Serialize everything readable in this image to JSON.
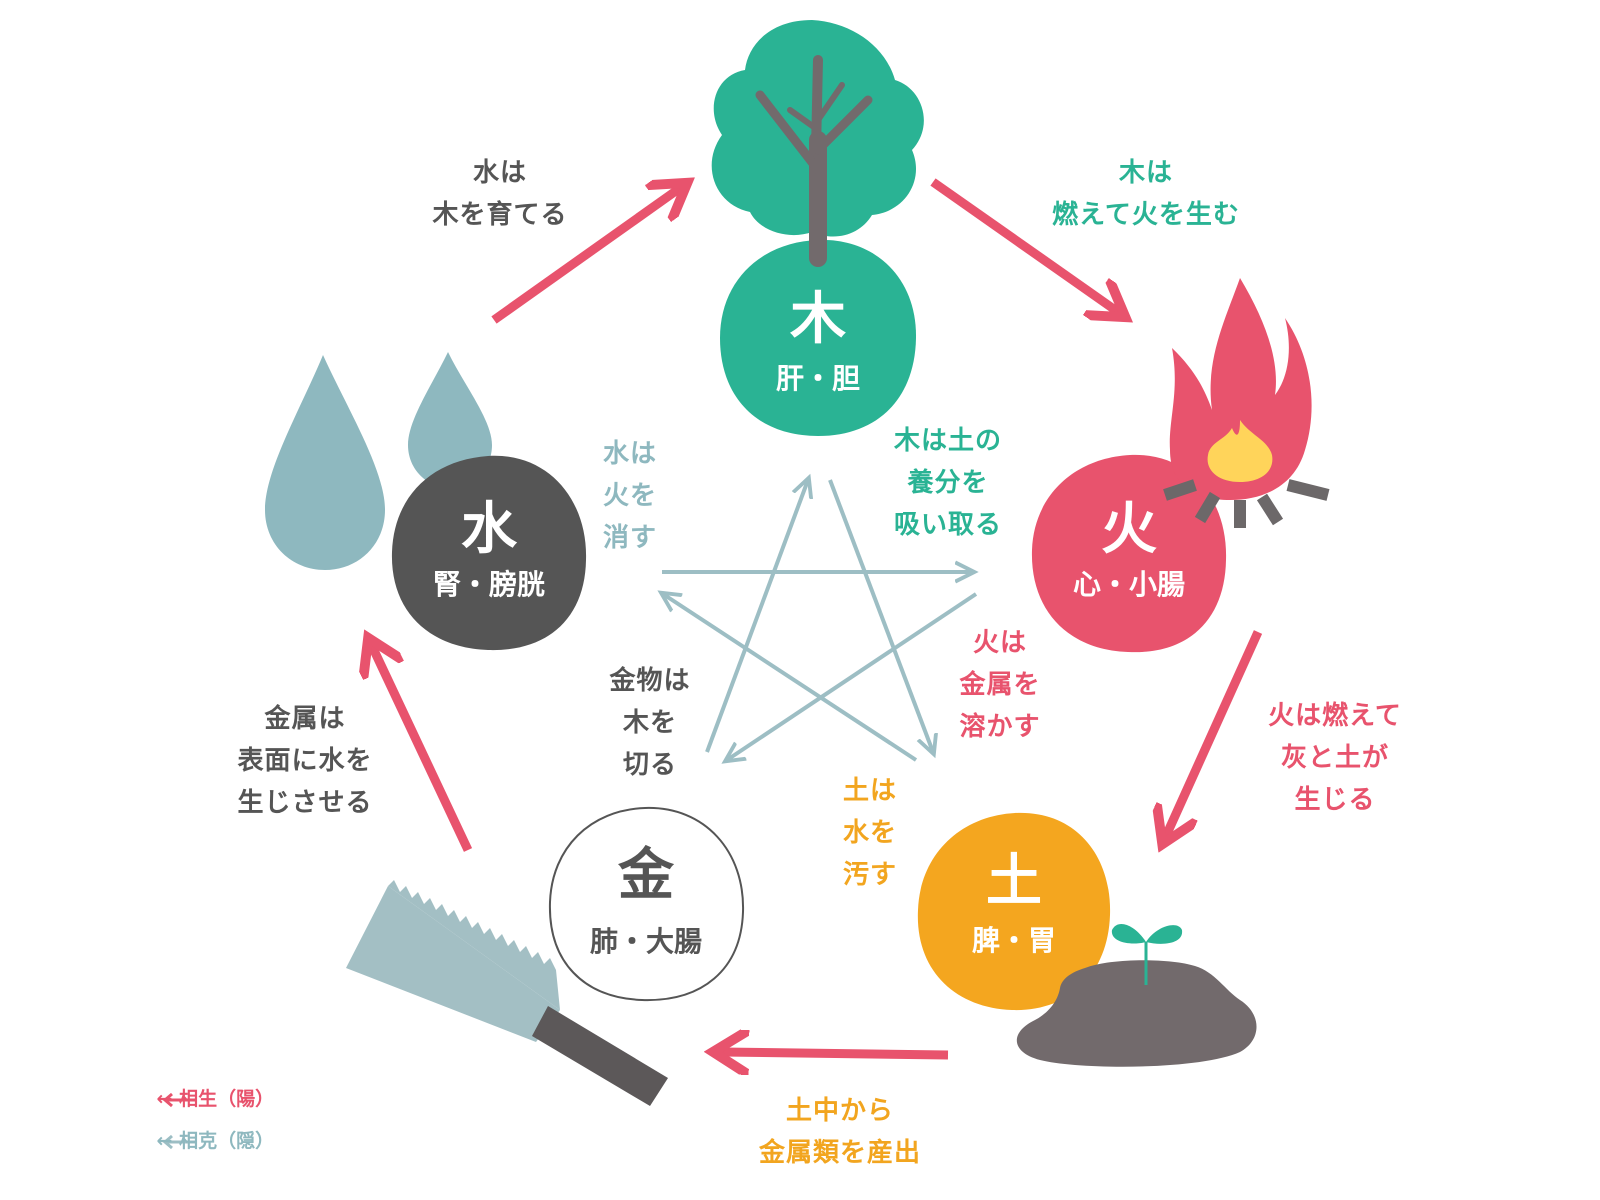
{
  "colors": {
    "wood": "#2ab394",
    "fire": "#e8536d",
    "earth": "#f4a61f",
    "water": "#555555",
    "metal_stroke": "#555555",
    "generate_arrow": "#e8536d",
    "control_arrow": "#9dbec4",
    "water_drop": "#8eb8bf",
    "soil": "#726a6c",
    "saw_blade": "#a3bfc4"
  },
  "elements": {
    "wood": {
      "symbol": "木",
      "organs": "肝・胆"
    },
    "fire": {
      "symbol": "火",
      "organs": "心・小腸"
    },
    "earth": {
      "symbol": "土",
      "organs": "脾・胃"
    },
    "metal": {
      "symbol": "金",
      "organs": "肺・大腸"
    },
    "water": {
      "symbol": "水",
      "organs": "腎・膀胱"
    }
  },
  "generating": {
    "water_to_wood": "水は\n木を育てる",
    "wood_to_fire": "木は\n燃えて火を生む",
    "fire_to_earth": "火は燃えて\n灰と土が\n生じる",
    "earth_to_metal": "土中から\n金属類を産出",
    "metal_to_water": "金属は\n表面に水を\n生じさせる"
  },
  "controlling": {
    "water_fire": "水は\n火を\n消す",
    "wood_earth": "木は土の\n養分を\n吸い取る",
    "fire_metal": "火は\n金属を\n溶かす",
    "metal_wood": "金物は\n木を\n切る",
    "earth_water": "土は\n水を\n汚す"
  },
  "legend": {
    "generate": "← 相生（陽）",
    "control": "← 相克（隠）"
  },
  "icons": [
    "tree-icon",
    "fire-icon",
    "soil-sprout-icon",
    "saw-icon",
    "water-drops-icon"
  ]
}
